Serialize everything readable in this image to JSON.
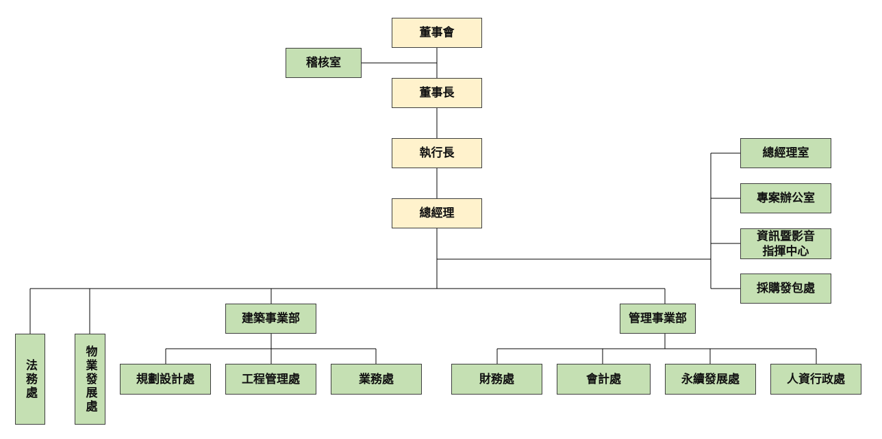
{
  "nodes": {
    "board": "董事會",
    "audit": "稽核室",
    "chairman": "董事長",
    "ceo": "執行長",
    "gm": "總經理",
    "gm_office": "總經理室",
    "project_office": "專案辦公室",
    "it_center_line1": "資訊暨影音",
    "it_center_line2": "指揮中心",
    "procurement": "採購發包處",
    "legal": "法務處",
    "property": "物業發展處",
    "construction_div": "建築事業部",
    "management_div": "管理事業部",
    "planning_design": "規劃設計處",
    "engineering_mgmt": "工程管理處",
    "business": "業務處",
    "finance": "財務處",
    "accounting": "會計處",
    "sustainability": "永續發展處",
    "hr_admin": "人資行政處"
  },
  "colors": {
    "top_level": "#fff2cc",
    "units": "#c5e0b3",
    "border": "#3c3c3c"
  }
}
